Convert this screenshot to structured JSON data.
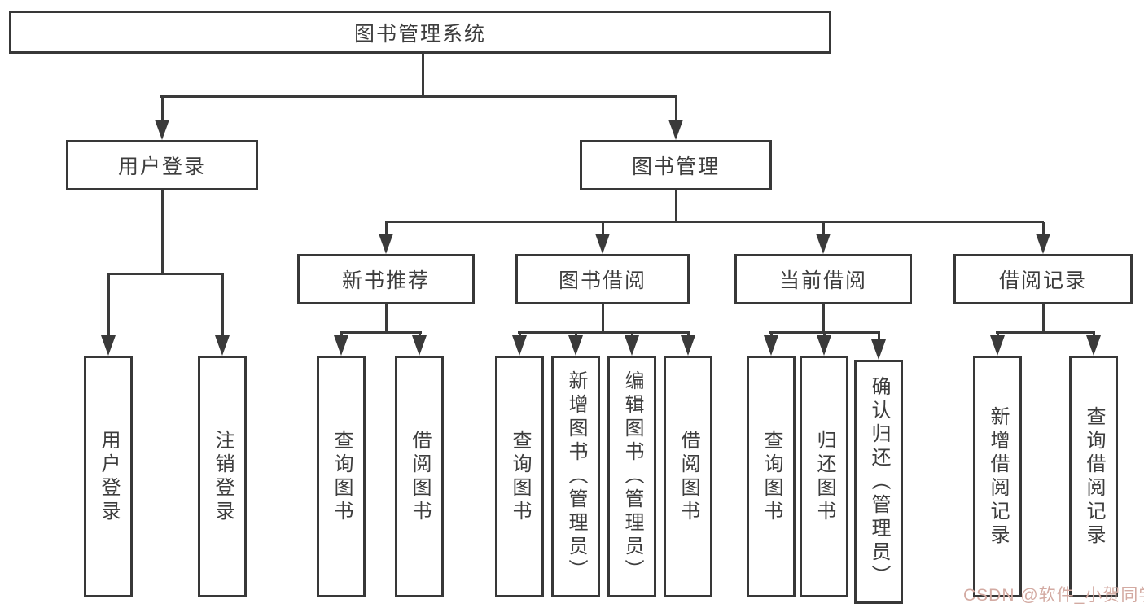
{
  "diagram": {
    "root": {
      "label": "图书管理系统"
    },
    "level1": [
      {
        "label": "用户登录"
      },
      {
        "label": "图书管理"
      }
    ],
    "level2": [
      {
        "label": "新书推荐"
      },
      {
        "label": "图书借阅"
      },
      {
        "label": "当前借阅"
      },
      {
        "label": "借阅记录"
      }
    ],
    "leaves": {
      "login": [
        {
          "label": "用户登录"
        },
        {
          "label": "注销登录"
        }
      ],
      "recommend": [
        {
          "label": "查询图书"
        },
        {
          "label": "借阅图书"
        }
      ],
      "borrow": [
        {
          "label": "查询图书"
        },
        {
          "label": "新增图书（管理员）"
        },
        {
          "label": "编辑图书（管理员）"
        },
        {
          "label": "借阅图书"
        }
      ],
      "current": [
        {
          "label": "查询图书"
        },
        {
          "label": "归还图书"
        },
        {
          "label": "确认归还（管理员）"
        }
      ],
      "records": [
        {
          "label": "新增借阅记录"
        },
        {
          "label": "查询借阅记录"
        }
      ]
    }
  },
  "colors": {
    "background": "#ffffff",
    "line": "#3a3a3a",
    "box_border": "#383838",
    "text": "#3d3d3d",
    "watermark_text": "#d3aaa2"
  },
  "watermark": {
    "label": "CSDN @软件_小贺同学"
  }
}
